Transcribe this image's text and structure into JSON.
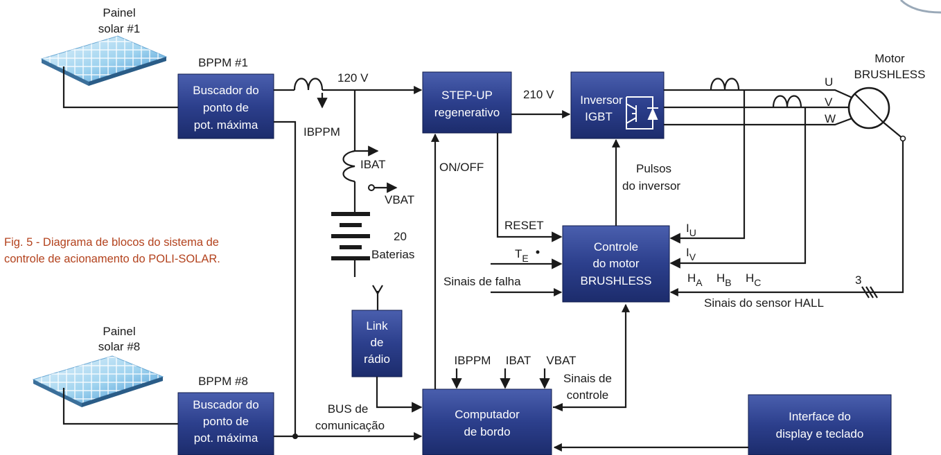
{
  "caption": {
    "line1": "Fig. 5 - Diagrama de blocos do sistema de",
    "line2": "controle de acionamento do POLI-SOLAR."
  },
  "panels": {
    "top": {
      "line1": "Painel",
      "line2": "solar #1"
    },
    "bottom": {
      "line1": "Painel",
      "line2": "solar #8"
    }
  },
  "bppm1": {
    "title": "BPPM #1",
    "line1": "Buscador do",
    "line2": "ponto de",
    "line3": "pot. máxima"
  },
  "bppm8": {
    "title": "BPPM #8",
    "line1": "Buscador do",
    "line2": "ponto de",
    "line3": "pot. máxima"
  },
  "stepup": {
    "line1": "STEP-UP",
    "line2": "regenerativo"
  },
  "inversor": {
    "line1": "Inversor",
    "line2": "IGBT"
  },
  "motor": {
    "line1": "Motor",
    "line2": "BRUSHLESS",
    "phase_u": "U",
    "phase_v": "V",
    "phase_w": "W"
  },
  "controle": {
    "line1": "Controle",
    "line2": "do motor",
    "line3": "BRUSHLESS"
  },
  "radio": {
    "line1": "Link",
    "line2": "de",
    "line3": "rádio"
  },
  "computador": {
    "line1": "Computador",
    "line2": "de bordo"
  },
  "interface": {
    "line1": "Interface do",
    "line2": "display e teclado"
  },
  "labels": {
    "v120": "120 V",
    "v210": "210 V",
    "ibppm": "IBPPM",
    "ibat": "IBAT",
    "vbat": "VBAT",
    "baterias_count": "20",
    "baterias": "Baterias",
    "onoff": "ON/OFF",
    "reset": "RESET",
    "te": "T",
    "te_sub": "E",
    "sinais_falha": "Sinais de falha",
    "pulsos1": "Pulsos",
    "pulsos2": "do inversor",
    "iu": "I",
    "iu_sub": "U",
    "iv": "I",
    "iv_sub": "V",
    "ha": "H",
    "ha_sub": "A",
    "hb": "H",
    "hb_sub": "B",
    "hc": "H",
    "hc_sub": "C",
    "hall_count": "3",
    "hall": "Sinais do sensor HALL",
    "comp_ibppm": "IBPPM",
    "comp_ibat": "IBAT",
    "comp_vbat": "VBAT",
    "sinais_controle1": "Sinais de",
    "sinais_controle2": "controle",
    "bus1": "BUS de",
    "bus2": "comunicação"
  }
}
